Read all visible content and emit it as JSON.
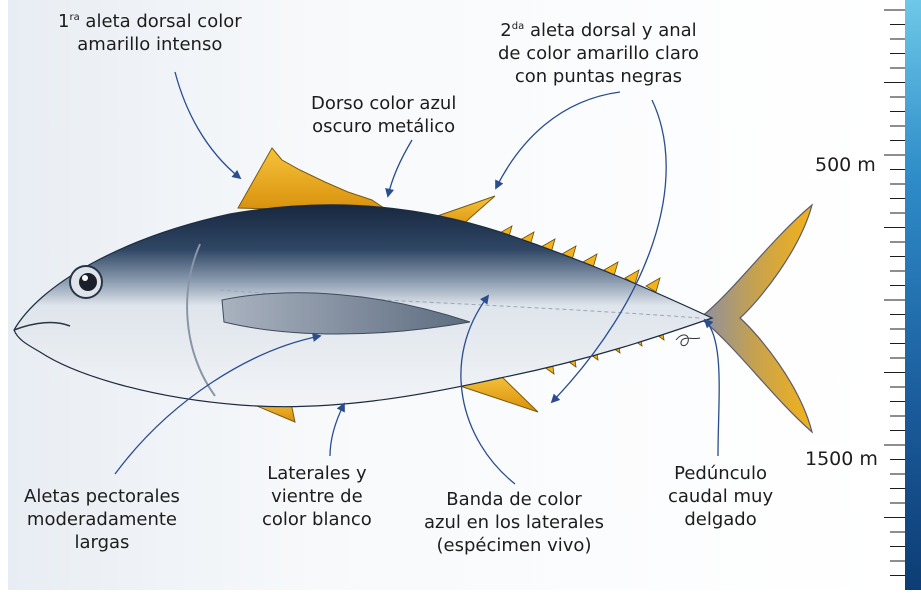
{
  "labels": {
    "dorsal1": {
      "sup": "ra",
      "line1_rest": " aleta dorsal color",
      "line1_num": "1",
      "line2": "amarillo intenso"
    },
    "dorsal2": {
      "line1_num": "2",
      "sup": "da",
      "line1_rest": " aleta dorsal y anal",
      "line2": "de color amarillo claro",
      "line3": "con puntas negras"
    },
    "dorso": {
      "line1": "Dorso color azul",
      "line2": "oscuro metálico"
    },
    "pectorales": {
      "line1": "Aletas pectorales",
      "line2": "moderadamente",
      "line3": "largas"
    },
    "laterales": {
      "line1": "Laterales y",
      "line2": "vientre de",
      "line3": "color blanco"
    },
    "banda": {
      "line1": "Banda de color",
      "line2": "azul en los laterales",
      "line3": "(espécimen vivo)"
    },
    "peduncle": {
      "line1": "Pedúnculo",
      "line2": "caudal muy",
      "line3": "delgado"
    }
  },
  "depth_scale": {
    "mark_500": "500 m",
    "mark_1500": "1500 m"
  },
  "colors": {
    "fin_yellow": "#f2b21a",
    "back_blue": "#1c2f4d",
    "belly": "#f3f5f8",
    "arrow": "#2a4d8f",
    "scale_top": "#6ec8e8",
    "scale_bottom": "#0d3d74"
  }
}
